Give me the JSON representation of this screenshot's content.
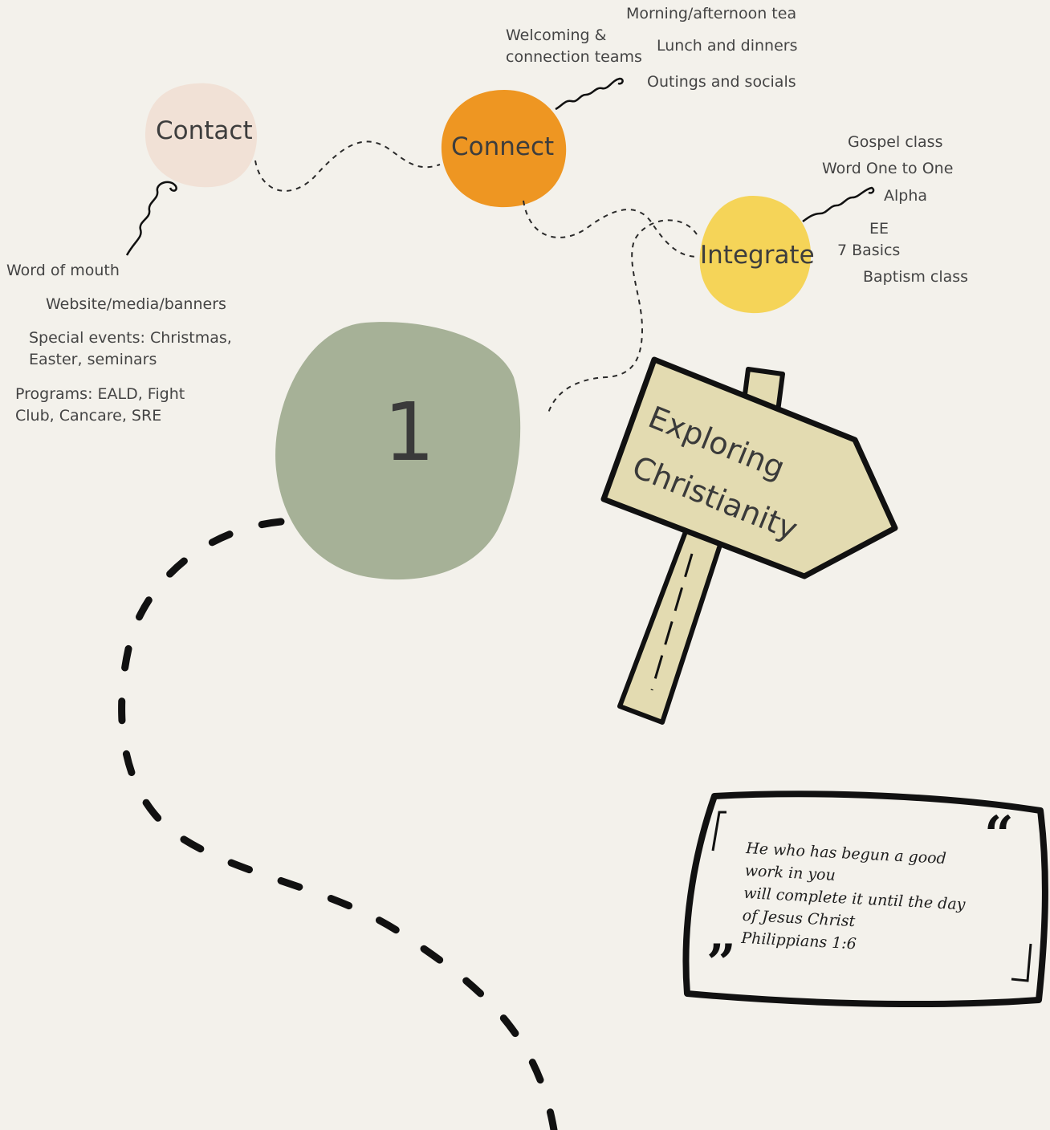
{
  "nodes": {
    "contact": "Contact",
    "connect": "Connect",
    "integrate": "Integrate",
    "step": "1"
  },
  "contact_items": [
    "Word of mouth",
    "Website/media/banners",
    "Special events: Christmas, Easter, seminars",
    "Programs: EALD, Fight Club, Cancare, SRE"
  ],
  "connect_items": [
    "Morning/afternoon tea",
    "Welcoming & connection teams",
    "Lunch and dinners",
    "Outings and socials"
  ],
  "integrate_items": [
    "Gospel class",
    "Word One to One",
    "Alpha",
    "EE",
    "7 Basics",
    "Baptism class"
  ],
  "signpost": {
    "line1": "Exploring",
    "line2": "Christianity"
  },
  "quote": {
    "line1": "He who has begun a good",
    "line2": "work in you",
    "line3": "will complete it until the day",
    "line4": "of Jesus Christ",
    "source": "Philippians 1:6"
  },
  "colors": {
    "background": "#f3f1eb",
    "contact": "#f1e1d6",
    "connect": "#ee9622",
    "integrate": "#f5d458",
    "step": "#a6b197",
    "signpost": "#e3dbb1",
    "ink": "#1a1a1a"
  }
}
